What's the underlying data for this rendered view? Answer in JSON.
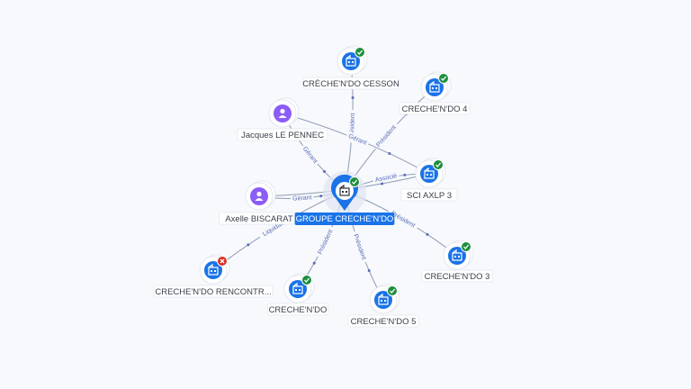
{
  "graph": {
    "center": {
      "label": "GROUPE CRECHE'N'DO",
      "status": "active"
    },
    "nodes": [
      {
        "id": "cesson",
        "label": "CRÈCHE'N'DO CESSON",
        "kind": "company",
        "status": "active"
      },
      {
        "id": "c4",
        "label": "CRECHE'N'DO 4",
        "kind": "company",
        "status": "active"
      },
      {
        "id": "jacques",
        "label": "Jacques LE PENNEC",
        "kind": "person"
      },
      {
        "id": "axlp",
        "label": "SCI AXLP 3",
        "kind": "company",
        "status": "active"
      },
      {
        "id": "axelle",
        "label": "Axelle BISCARAT",
        "kind": "person"
      },
      {
        "id": "rencontre",
        "label": "CRECHE'N'DO RENCONTR...",
        "kind": "company",
        "status": "closed"
      },
      {
        "id": "c1",
        "label": "CRECHE'N'DO",
        "kind": "company",
        "status": "active"
      },
      {
        "id": "c5",
        "label": "CRECHE'N'DO 5",
        "kind": "company",
        "status": "active"
      },
      {
        "id": "c3",
        "label": "CRECHE'N'DO 3",
        "kind": "company",
        "status": "active"
      }
    ],
    "edges": [
      {
        "from": "center",
        "to": "cesson",
        "label": "Président"
      },
      {
        "from": "center",
        "to": "c4",
        "label": "Président"
      },
      {
        "from": "jacques",
        "to": "center",
        "label": "Gérant"
      },
      {
        "from": "jacques",
        "to": "axlp",
        "label": "Gérant"
      },
      {
        "from": "axelle",
        "to": "center",
        "label": "Gérant"
      },
      {
        "from": "center",
        "to": "axlp",
        "label": "Associé"
      },
      {
        "from": "center",
        "to": "rencontre",
        "label": "Liquidateur"
      },
      {
        "from": "center",
        "to": "c1",
        "label": "Président"
      },
      {
        "from": "center",
        "to": "c5",
        "label": "Président"
      },
      {
        "from": "center",
        "to": "c3",
        "label": "Président"
      },
      {
        "from": "axelle",
        "to": "axlp",
        "label": "Associé"
      }
    ]
  },
  "colors": {
    "company": "#1a73e8",
    "person": "#8b5cf6",
    "active_badge": "#1e8e3e",
    "closed_badge": "#d93025",
    "edge": "#8e9bb5",
    "edge_label": "#5b6bb8",
    "center_fill": "#1a73e8"
  },
  "icons": {
    "company": "building-icon",
    "person": "person-icon",
    "active": "check-icon",
    "closed": "cross-icon"
  }
}
